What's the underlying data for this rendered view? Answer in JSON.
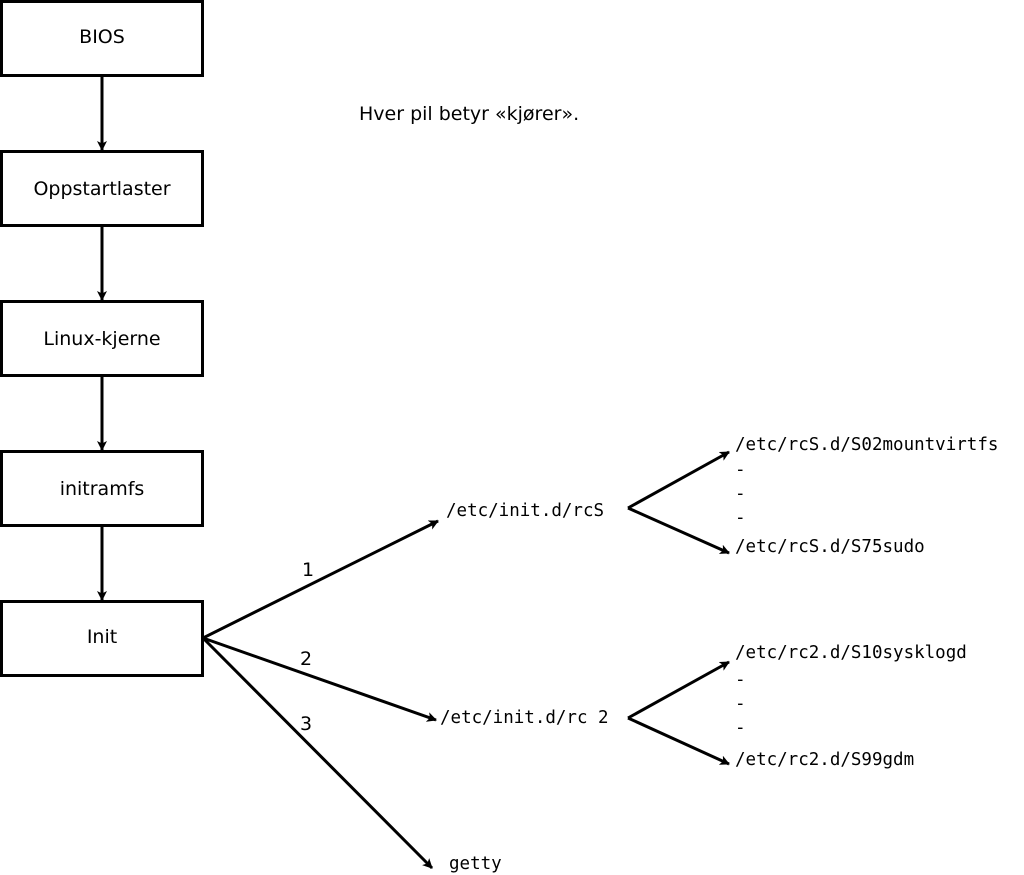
{
  "note": "Hver pil betyr «kjører».",
  "boxes": {
    "bios": "BIOS",
    "bootloader": "Oppstartlaster",
    "kernel": "Linux-kjerne",
    "initramfs": "initramfs",
    "init": "Init"
  },
  "edges": {
    "one": "1",
    "two": "2",
    "three": "3"
  },
  "targets": {
    "rcs": "/etc/init.d/rcS",
    "rc2": "/etc/init.d/rc 2",
    "getty": "getty"
  },
  "rcs_scripts": {
    "first": "/etc/rcS.d/S02mountvirtfs",
    "dash1": "-",
    "dash2": "-",
    "dash3": "-",
    "last": "/etc/rcS.d/S75sudo"
  },
  "rc2_scripts": {
    "first": "/etc/rc2.d/S10sysklogd",
    "dash1": "-",
    "dash2": "-",
    "dash3": "-",
    "last": "/etc/rc2.d/S99gdm"
  }
}
